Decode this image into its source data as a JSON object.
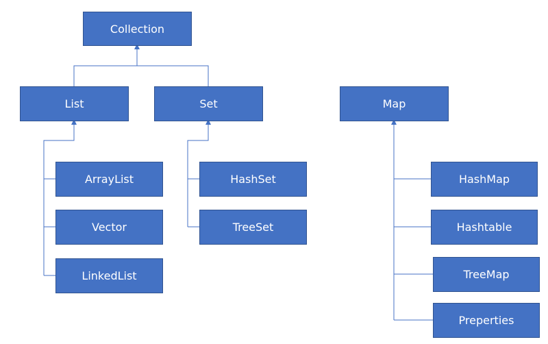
{
  "diagram": {
    "nodes": {
      "collection": "Collection",
      "list": "List",
      "set": "Set",
      "map": "Map",
      "arraylist": "ArrayList",
      "vector": "Vector",
      "linkedlist": "LinkedList",
      "hashset": "HashSet",
      "treeset": "TreeSet",
      "hashmap": "HashMap",
      "hashtable": "Hashtable",
      "treemap": "TreeMap",
      "preperties": "Preperties"
    },
    "edges": [
      {
        "from": "list",
        "to": "collection"
      },
      {
        "from": "set",
        "to": "collection"
      },
      {
        "from": "arraylist",
        "to": "list"
      },
      {
        "from": "vector",
        "to": "list"
      },
      {
        "from": "linkedlist",
        "to": "list"
      },
      {
        "from": "hashset",
        "to": "set"
      },
      {
        "from": "treeset",
        "to": "set"
      },
      {
        "from": "hashmap",
        "to": "map"
      },
      {
        "from": "hashtable",
        "to": "map"
      },
      {
        "from": "treemap",
        "to": "map"
      },
      {
        "from": "preperties",
        "to": "map"
      }
    ],
    "colors": {
      "box_fill": "#4472c4",
      "box_border": "#2f528f",
      "connector": "#4472c4",
      "text": "#ffffff"
    }
  }
}
